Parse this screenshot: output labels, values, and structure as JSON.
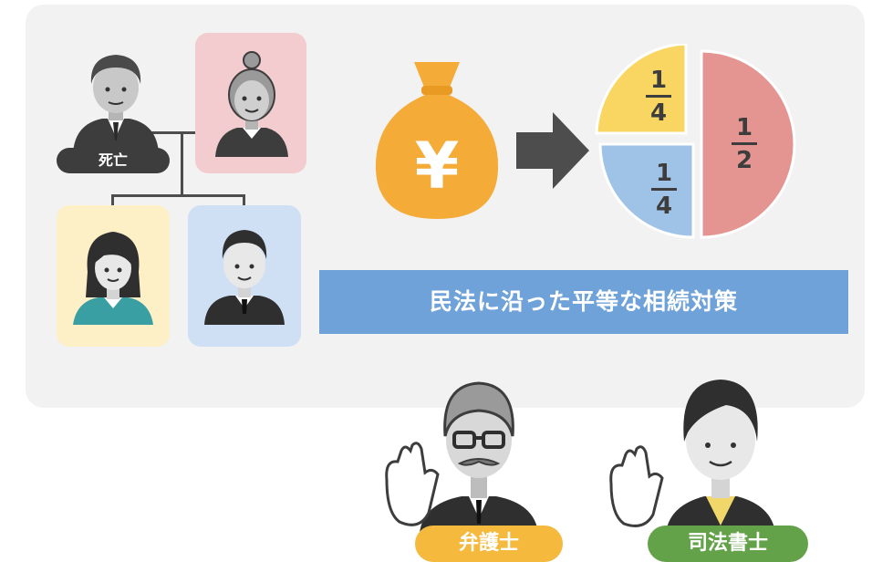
{
  "family": {
    "deceased_label": "死亡"
  },
  "inheritance": {
    "shares": {
      "spouse": {
        "numerator": "1",
        "denominator": "2"
      },
      "child_1": {
        "numerator": "1",
        "denominator": "4"
      },
      "child_2": {
        "numerator": "1",
        "denominator": "4"
      }
    },
    "currency_symbol": "¥"
  },
  "banner": {
    "text": "民法に沿った平等な相続対策"
  },
  "professionals": {
    "lawyer_label": "弁護士",
    "scrivener_label": "司法書士"
  },
  "colors": {
    "panel_bg": "#f2f2f2",
    "spouse_card": "#f2cccf",
    "daughter_card": "#fdefc6",
    "son_card": "#cfe0f4",
    "pie_half": "#e59591",
    "pie_quarter_top": "#f9d562",
    "pie_quarter_bottom": "#9fc3e6",
    "money_bag": "#f4ab38",
    "banner": "#6fa2d8",
    "lawyer_label": "#f5b93d",
    "scrivener_label": "#64a24a"
  }
}
